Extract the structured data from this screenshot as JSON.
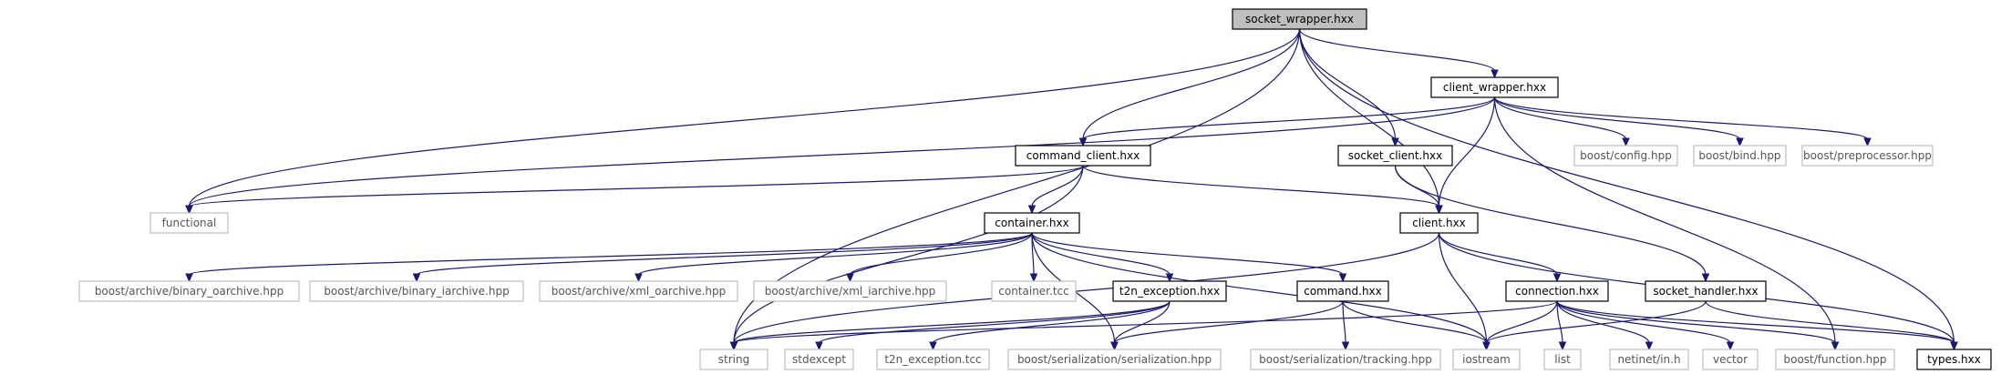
{
  "colors": {
    "edge": "#191970",
    "local_border": "#000000",
    "external_border": "#bfbfbf",
    "root_fill": "#bfbfbf",
    "background": "#ffffff"
  },
  "nodes": {
    "socket_wrapper_hxx": "socket_wrapper.hxx",
    "client_wrapper_hxx": "client_wrapper.hxx",
    "command_client_hxx": "command_client.hxx",
    "socket_client_hxx": "socket_client.hxx",
    "functional": "functional",
    "boost_config_hpp": "boost/config.hpp",
    "boost_bind_hpp": "boost/bind.hpp",
    "boost_preprocessor_hpp": "boost/preprocessor.hpp",
    "container_hxx": "container.hxx",
    "client_hxx": "client.hxx",
    "boost_archive_binary_oarchive_hpp": "boost/archive/binary_oarchive.hpp",
    "boost_archive_binary_iarchive_hpp": "boost/archive/binary_iarchive.hpp",
    "boost_archive_xml_oarchive_hpp": "boost/archive/xml_oarchive.hpp",
    "boost_archive_xml_iarchive_hpp": "boost/archive/xml_iarchive.hpp",
    "container_tcc": "container.tcc",
    "t2n_exception_hxx": "t2n_exception.hxx",
    "command_hxx": "command.hxx",
    "connection_hxx": "connection.hxx",
    "socket_handler_hxx": "socket_handler.hxx",
    "string": "string",
    "stdexcept": "stdexcept",
    "t2n_exception_tcc": "t2n_exception.tcc",
    "boost_serialization_serialization_hpp": "boost/serialization/serialization.hpp",
    "boost_serialization_tracking_hpp": "boost/serialization/tracking.hpp",
    "iostream": "iostream",
    "list": "list",
    "netinet_in_h": "netinet/in.h",
    "vector": "vector",
    "boost_function_hpp": "boost/function.hpp",
    "types_hxx": "types.hxx"
  }
}
